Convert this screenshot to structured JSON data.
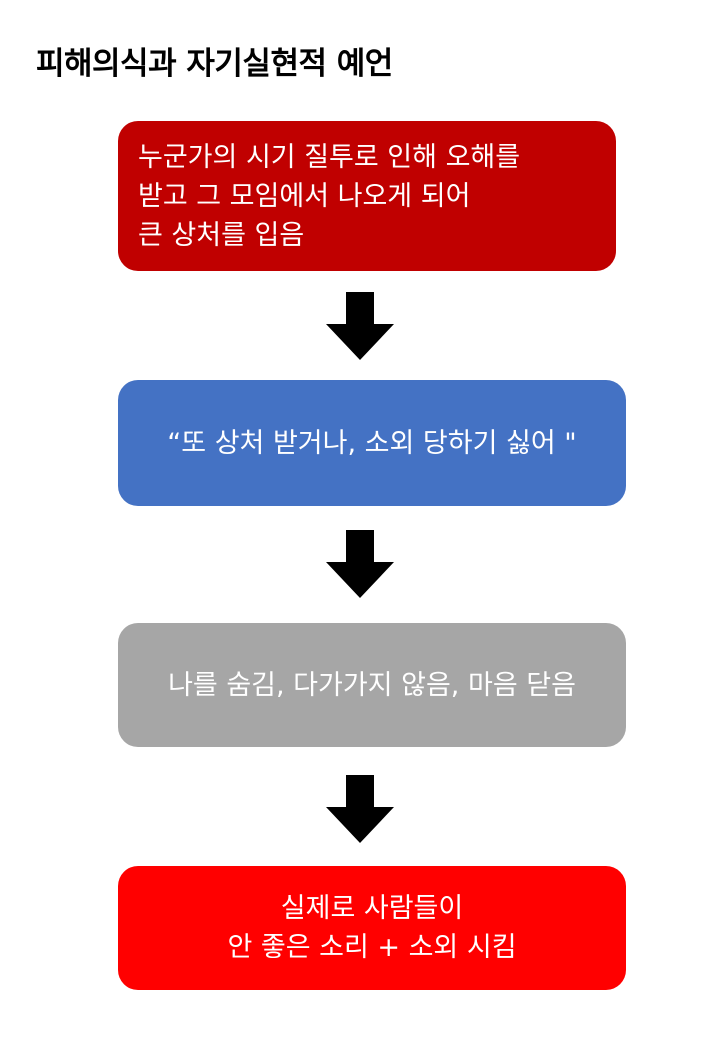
{
  "title": "피해의식과 자기실현적 예언",
  "colors": {
    "box1": "#c00000",
    "box2": "#4472c4",
    "box3": "#a6a6a6",
    "box4": "#ff0000",
    "arrow": "#000000",
    "text": "#ffffff"
  },
  "steps": [
    {
      "lines": [
        "누군가의 시기 질투로 인해 오해를",
        "받고 그 모임에서 나오게 되어",
        "큰 상처를 입음"
      ]
    },
    {
      "lines": [
        "“또 상처 받거나, 소외 당하기 싫어 \""
      ]
    },
    {
      "lines": [
        "나를 숨김, 다가가지 않음, 마음 닫음"
      ]
    },
    {
      "lines": [
        "실제로 사람들이",
        "안 좋은 소리 + 소외 시킴"
      ]
    }
  ],
  "arrows": [
    {
      "icon": "down-arrow-icon"
    },
    {
      "icon": "down-arrow-icon"
    },
    {
      "icon": "down-arrow-icon"
    }
  ]
}
